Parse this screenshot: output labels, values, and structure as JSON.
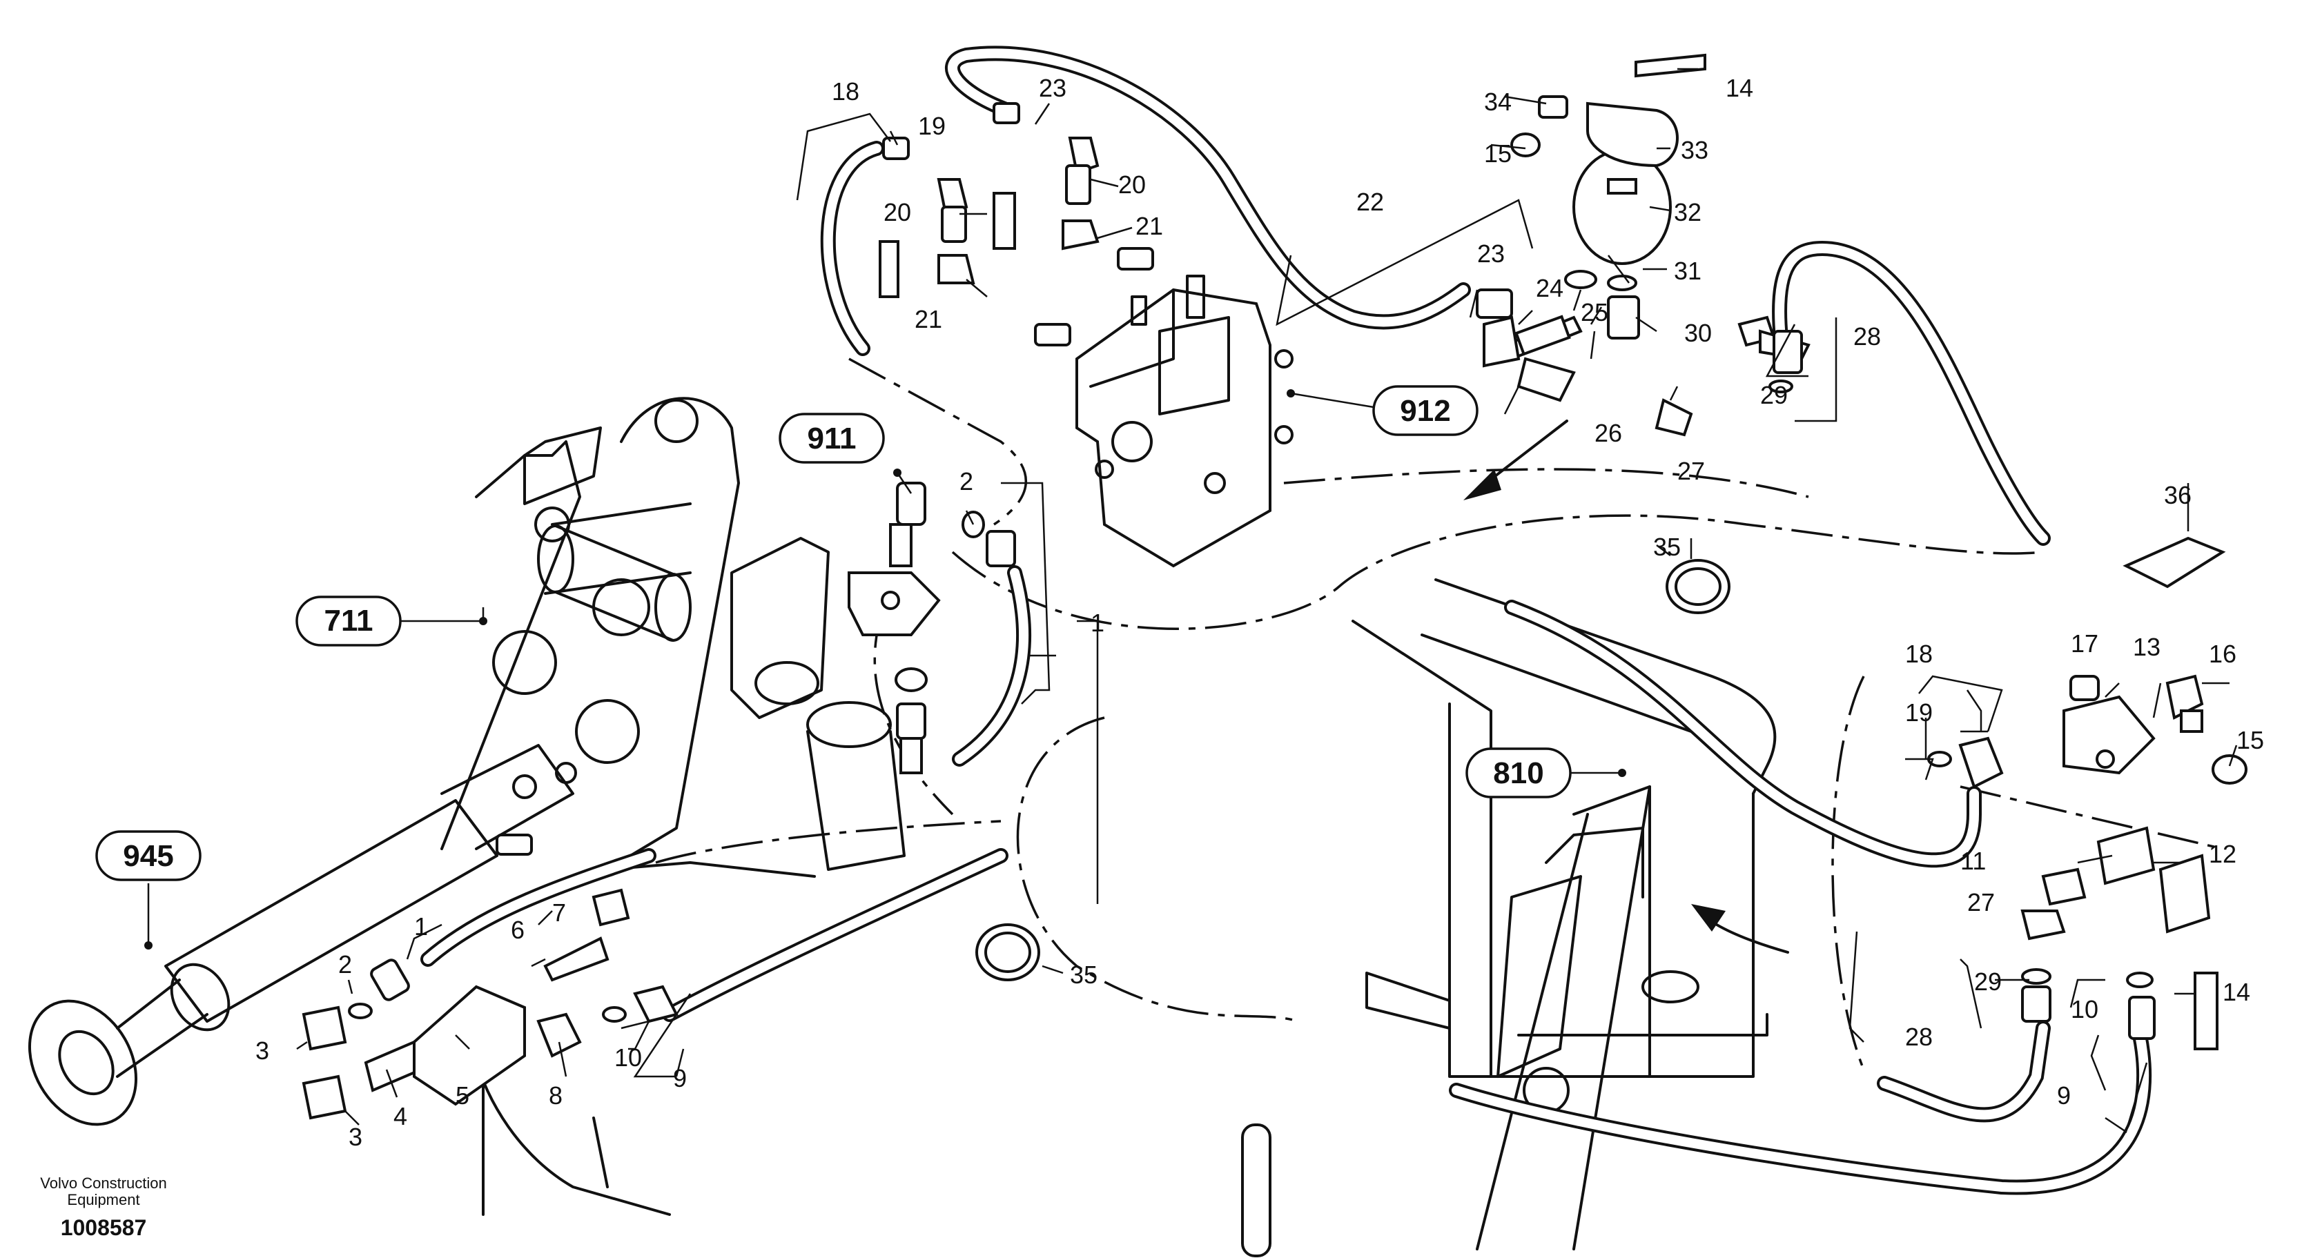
{
  "assemblies": [
    "711",
    "810",
    "911",
    "912",
    "945"
  ],
  "callouts": {
    "c1a": "1",
    "c1b": "1",
    "c2a": "2",
    "c2b": "2",
    "c3a": "3",
    "c3b": "3",
    "c4": "4",
    "c5": "5",
    "c6": "6",
    "c7": "7",
    "c8": "8",
    "c9a": "9",
    "c9b": "9",
    "c10a": "10",
    "c10b": "10",
    "c11": "11",
    "c12": "12",
    "c13": "13",
    "c14a": "14",
    "c14b": "14",
    "c15a": "15",
    "c15b": "15",
    "c16": "16",
    "c17": "17",
    "c18a": "18",
    "c18b": "18",
    "c19a": "19",
    "c19b": "19",
    "c20a": "20",
    "c20b": "20",
    "c21a": "21",
    "c21b": "21",
    "c22": "22",
    "c23a": "23",
    "c23b": "23",
    "c24": "24",
    "c25": "25",
    "c26": "26",
    "c27a": "27",
    "c27b": "27",
    "c28a": "28",
    "c28b": "28",
    "c29a": "29",
    "c29b": "29",
    "c30": "30",
    "c31": "31",
    "c32": "32",
    "c33": "33",
    "c34": "34",
    "c35a": "35",
    "c35b": "35",
    "c36": "36"
  },
  "footer": {
    "company_line1": "Volvo Construction",
    "company_line2": "Equipment",
    "drawing_number": "1008587"
  },
  "colors": {
    "line": "#111111",
    "background": "#ffffff"
  }
}
